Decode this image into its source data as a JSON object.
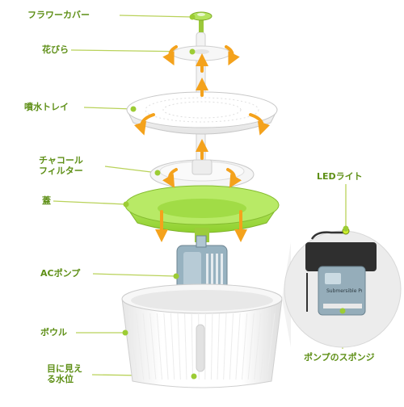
{
  "labels": {
    "flower_cover": "フラワーカバー",
    "petals": "花びら",
    "spray_tray": "噴水トレイ",
    "charcoal_filter": "チャコール\nフィルター",
    "lid": "蓋",
    "ac_pump": "ACポンプ",
    "bowl": "ボウル",
    "water_level": "目に見え\nる水位",
    "led_light": "LEDライト",
    "pump_sponge": "ポンプのスポンジ"
  },
  "pump_sticker_text": "Submersible Pump",
  "colors": {
    "label_green": "#5e8f16",
    "leader_line": "#b9d25a",
    "dot": "#9ccc34",
    "lid_green": "#a6e04a",
    "arrow_orange": "#f4a21c",
    "pump_blue": "#8faab8",
    "inset_bg": "#ececec"
  },
  "icons": [
    "up-arrow-icon",
    "down-arrow-icon",
    "curved-arrow-icon"
  ]
}
